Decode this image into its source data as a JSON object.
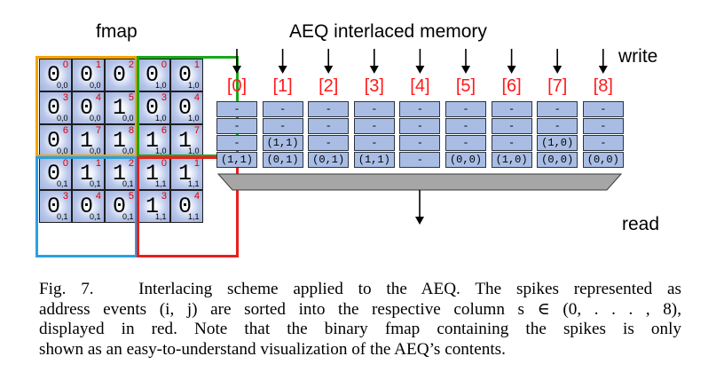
{
  "titles": {
    "fmap": "fmap",
    "memory": "AEQ interlaced memory",
    "write": "write",
    "read": "read"
  },
  "fmap": [
    [
      {
        "v": "0",
        "s": "0,0",
        "n": "0"
      },
      {
        "v": "0",
        "s": "0,0",
        "n": "1"
      },
      {
        "v": "0",
        "s": "",
        "n": "2"
      },
      {
        "v": "0",
        "s": "1,0",
        "n": "0"
      },
      {
        "v": "0",
        "s": "1,0",
        "n": "1"
      }
    ],
    [
      {
        "v": "0",
        "s": "0,0",
        "n": "3"
      },
      {
        "v": "0",
        "s": "0,0",
        "n": "4"
      },
      {
        "v": "1",
        "s": "0,0",
        "n": "5"
      },
      {
        "v": "0",
        "s": "1,0",
        "n": "3"
      },
      {
        "v": "0",
        "s": "1,0",
        "n": "4"
      }
    ],
    [
      {
        "v": "0",
        "s": "0,0",
        "n": "6"
      },
      {
        "v": "1",
        "s": "0,0",
        "n": "7"
      },
      {
        "v": "1",
        "s": "0,0",
        "n": "8"
      },
      {
        "v": "1",
        "s": "1,0",
        "n": "6"
      },
      {
        "v": "1",
        "s": "1,0",
        "n": "7"
      }
    ],
    [
      {
        "v": "0",
        "s": "0,1",
        "n": "0"
      },
      {
        "v": "1",
        "s": "0,1",
        "n": "1"
      },
      {
        "v": "1",
        "s": "0,1",
        "n": "2"
      },
      {
        "v": "1",
        "s": "1,1",
        "n": "0"
      },
      {
        "v": "1",
        "s": "1,1",
        "n": "1"
      }
    ],
    [
      {
        "v": "0",
        "s": "0,1",
        "n": "3"
      },
      {
        "v": "0",
        "s": "0,1",
        "n": "4"
      },
      {
        "v": "0",
        "s": "0,1",
        "n": "5"
      },
      {
        "v": "1",
        "s": "1,1",
        "n": "3"
      },
      {
        "v": "0",
        "s": "1,1",
        "n": "4"
      }
    ]
  ],
  "memory": {
    "column_labels": [
      "[0]",
      "[1]",
      "[2]",
      "[3]",
      "[4]",
      "[5]",
      "[6]",
      "[7]",
      "[8]"
    ],
    "slots": [
      [
        "-",
        "-",
        "-",
        "(1,1)"
      ],
      [
        "-",
        "-",
        "(1,1)",
        "(0,1)"
      ],
      [
        "-",
        "-",
        "-",
        "(0,1)"
      ],
      [
        "-",
        "-",
        "-",
        "(1,1)"
      ],
      [
        "-",
        "-",
        "-",
        "-"
      ],
      [
        "-",
        "-",
        "-",
        "(0,0)"
      ],
      [
        "-",
        "-",
        "-",
        "(1,0)"
      ],
      [
        "-",
        "-",
        "(1,0)",
        "(0,0)"
      ],
      [
        "-",
        "-",
        "-",
        "(0,0)"
      ]
    ]
  },
  "colors": {
    "orange_window": "#f5a300",
    "green_window": "#1aa81a",
    "blue_window": "#2aa0e6",
    "red_window": "#e8201e",
    "column_index": "#ff1a1a",
    "memory_slot": "#a9bde4",
    "read_bar": "#a6a6a6"
  },
  "caption": {
    "line1": "Fig. 7.   Interlacing scheme applied to the AEQ. The spikes represented as",
    "line2": "address events (i, j) are sorted into the respective column s ∈ (0, . . . , 8),",
    "line3": "displayed in red. Note that the binary fmap containing the spikes is only",
    "line4": "shown as an easy-to-understand visualization of the AEQ’s contents."
  }
}
